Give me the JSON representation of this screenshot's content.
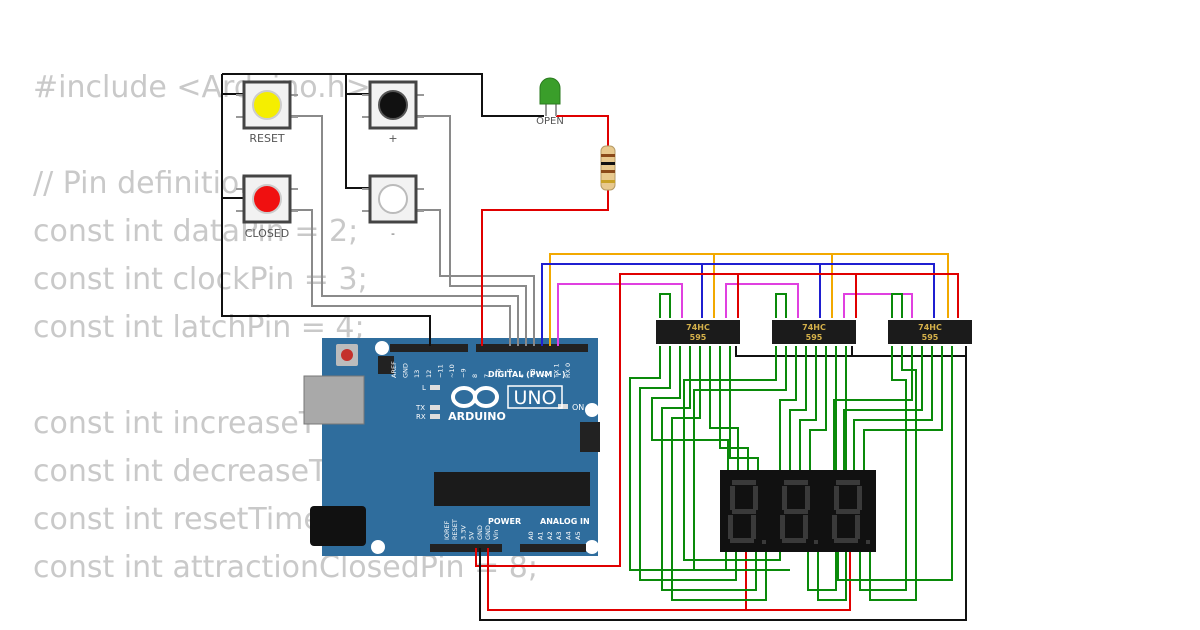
{
  "code_lines": [
    "#include <Arduino.h>",
    "// Pin definitions",
    "const int dataPin = 2;",
    "const int clockPin = 3;",
    "const int latchPin = 4;",
    "const int increaseT",
    "const int decreaseT",
    "const int resetTime",
    "const int attractionClosedPin = 8;"
  ],
  "buttons": {
    "reset": "RESET",
    "plus": "+",
    "closed": "CLOSED",
    "minus": "-"
  },
  "led_label": "OPEN",
  "board": {
    "digital_header": "DIGITAL (PWM ~)",
    "brand": "ARDUINO",
    "model": "UNO",
    "on_label": "ON",
    "power_label": "POWER",
    "analog_label": "ANALOG IN",
    "l_label": "L",
    "tx_label": "TX",
    "rx_label": "RX",
    "top_pins": [
      "AREF",
      "GND",
      "13",
      "12",
      "~11",
      "~10",
      "~9",
      "8",
      "7",
      "~6",
      "~5",
      "4",
      "~3",
      "2",
      "TX 1",
      "RX 0"
    ],
    "power_pins": [
      "IOREF",
      "RESET",
      "3.3V",
      "5V",
      "GND",
      "GND",
      "Vin"
    ],
    "analog_pins": [
      "A0",
      "A1",
      "A2",
      "A3",
      "A4",
      "A5"
    ]
  },
  "shift_register": {
    "line1": "74HC",
    "line2": "595"
  },
  "colors": {
    "board": "#2f6d9d",
    "wire_green": "#0a8a0a",
    "wire_red": "#e00000",
    "wire_blue": "#1f1fd0",
    "wire_orange": "#f2a900",
    "wire_magenta": "#e040e0",
    "wire_gray": "#8a8a8a",
    "wire_black": "#111111",
    "code_text": "#c9c9c9"
  }
}
